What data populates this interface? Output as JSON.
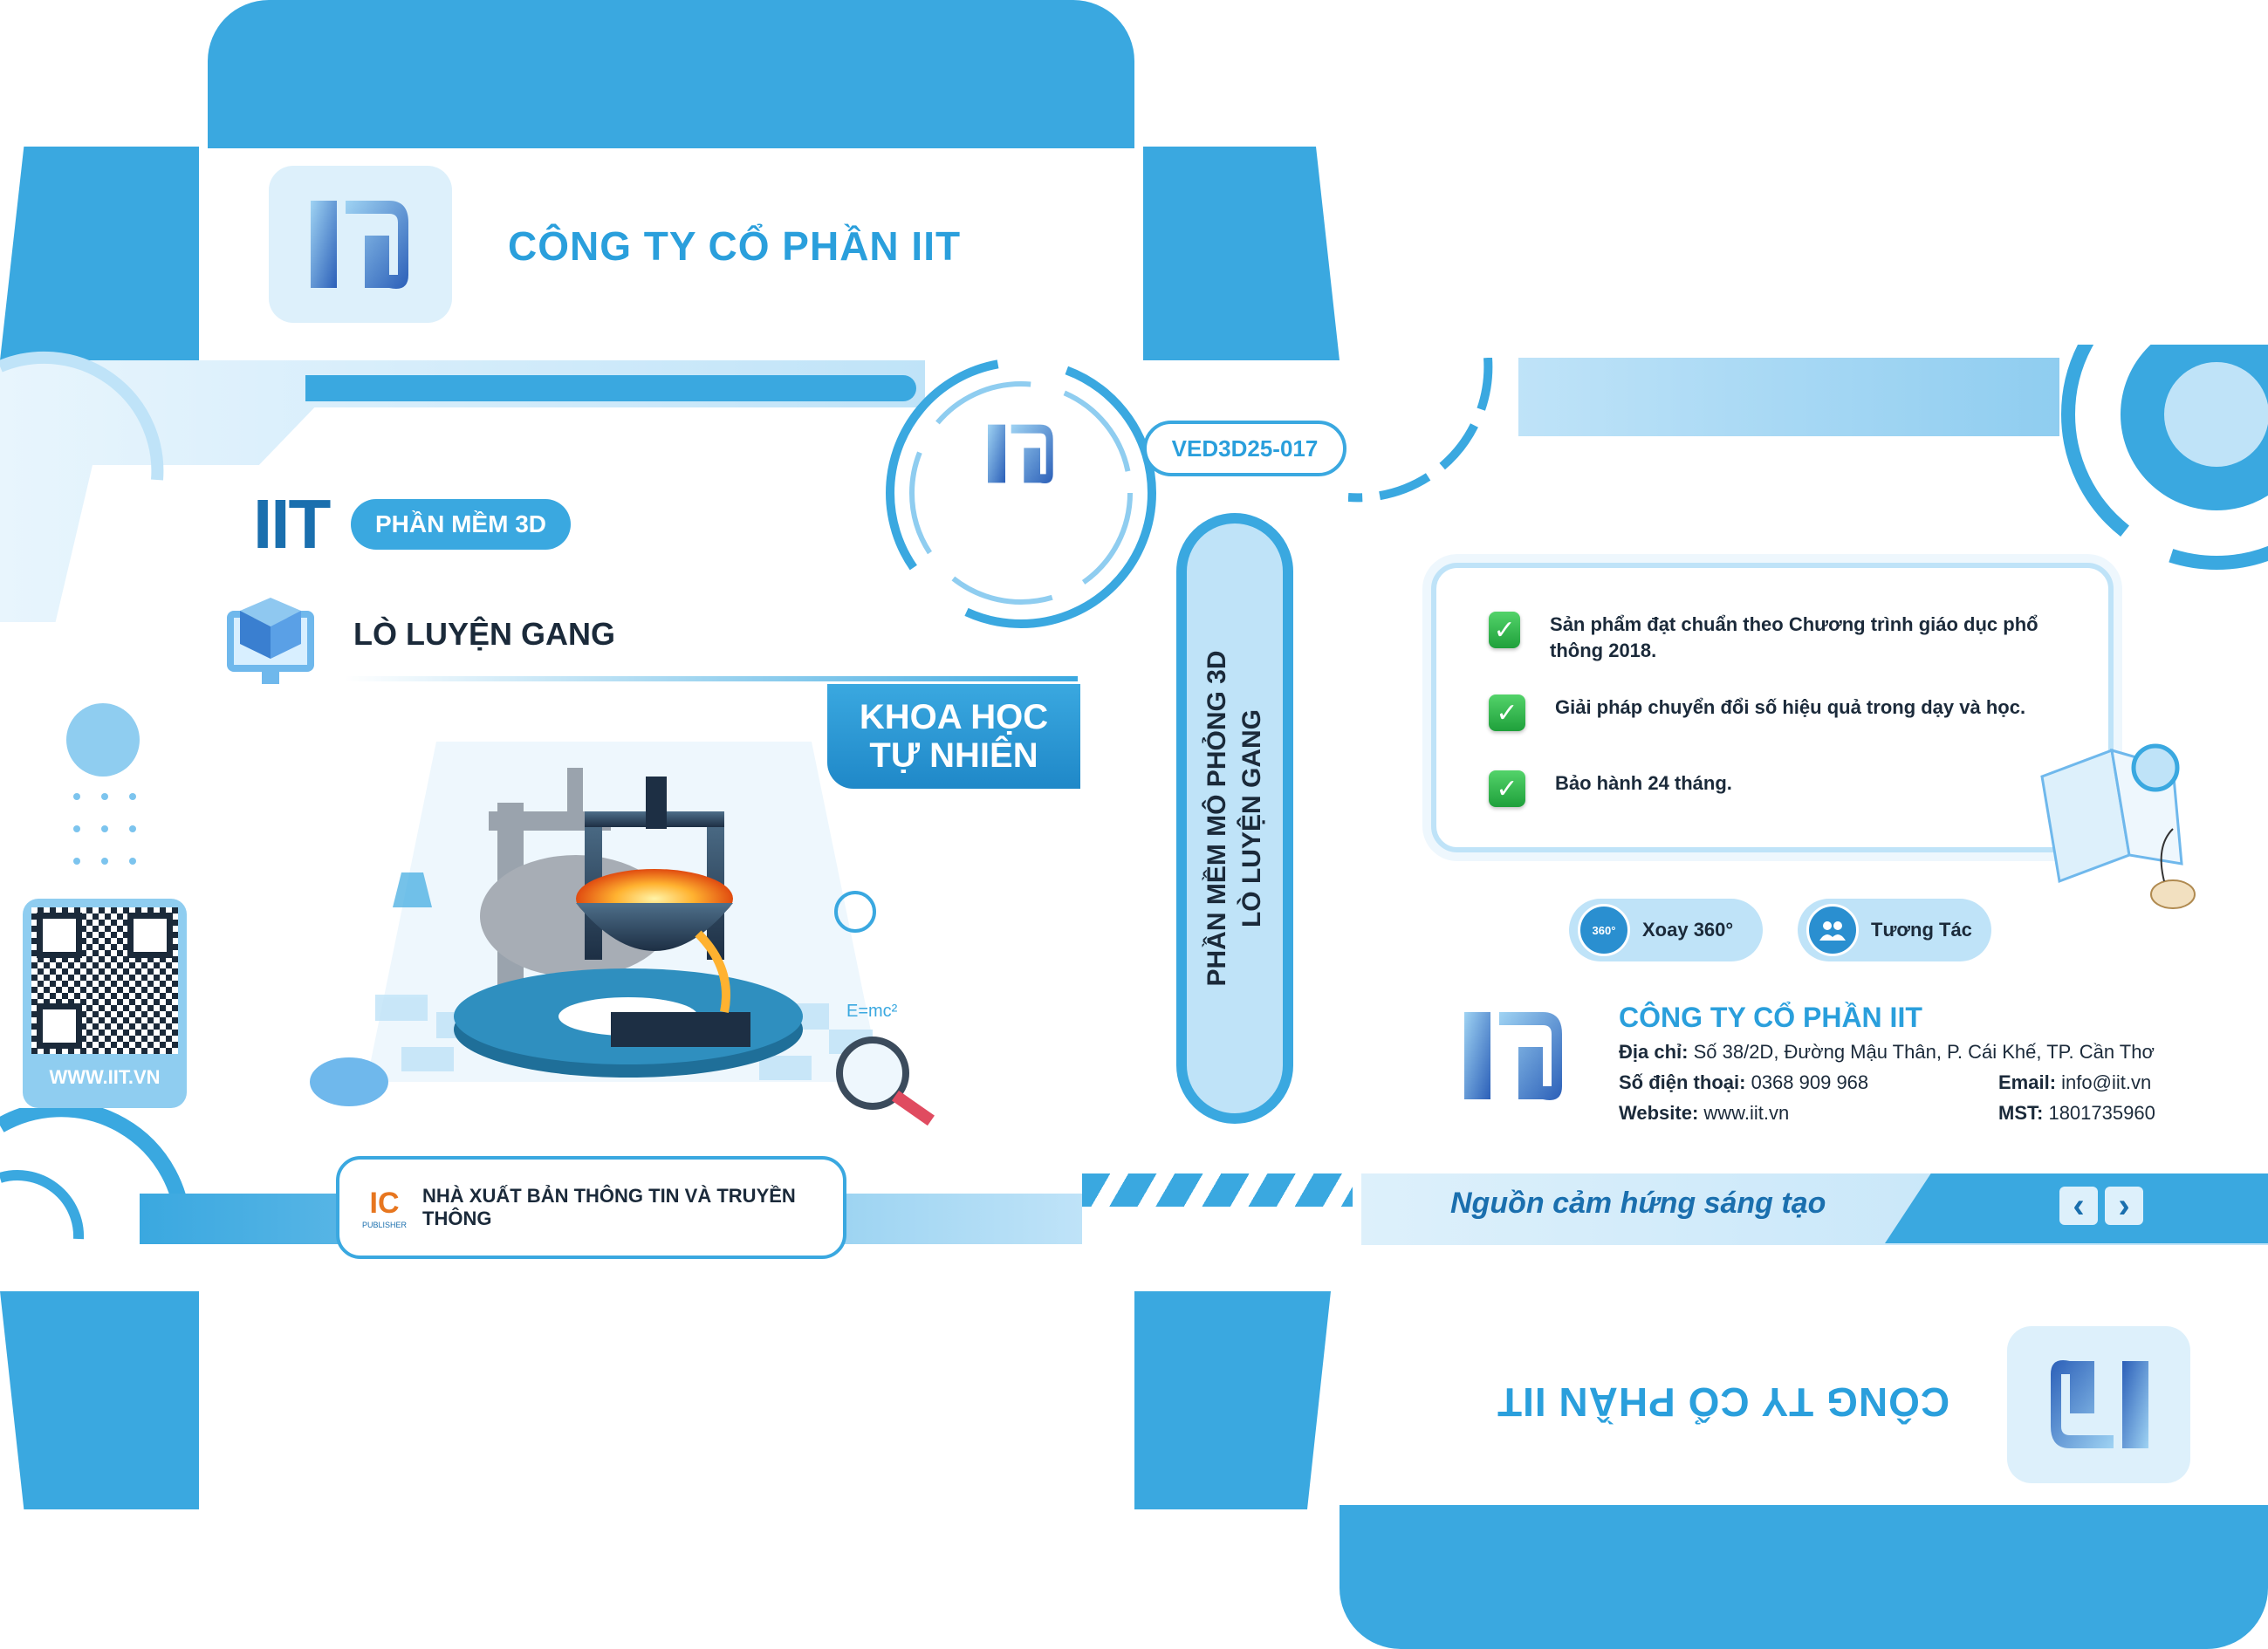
{
  "company": {
    "name": "CÔNG TY CỔ PHẦN IIT",
    "name_back": "CÔNG TY CỔ PHẦN IIT",
    "name_flipped": "CÔNG TY CỔ PHẦN IIT"
  },
  "product": {
    "brand": "IIT",
    "badge": "PHẦN MỀM 3D",
    "title": "LÒ LUYỆN GANG",
    "subject_line1": "KHOA HỌC",
    "subject_line2": "TỰ NHIÊN",
    "code": "VED3D25-017",
    "spine_line1": "PHẦN MỀM MÔ PHỎNG 3D",
    "spine_line2": "LÒ LUYỆN GANG",
    "formula": "E=mc²"
  },
  "qr": {
    "website": "WWW.IIT.VN"
  },
  "publisher": {
    "name": "NHÀ XUẤT BẢN THÔNG TIN VÀ TRUYỀN THÔNG",
    "logo_text": "IC",
    "logo_sub": "PUBLISHER"
  },
  "features": [
    {
      "text": "Sản phẩm đạt chuẩn theo Chương trình giáo dục phổ thông 2018."
    },
    {
      "text": "Giải pháp chuyển đổi số hiệu quả trong dạy và học."
    },
    {
      "text": "Bảo hành 24 tháng."
    }
  ],
  "buttons": {
    "rotate_label": "Xoay 360°",
    "rotate_icon_text": "360°",
    "interact_label": "Tương Tác"
  },
  "contact": {
    "address_label": "Địa chỉ:",
    "address": "Số 38/2D, Đường Mậu Thân, P. Cái Khế, TP. Cần Thơ",
    "phone_label": "Số điện thoại:",
    "phone": "0368 909 968",
    "email_label": "Email:",
    "email": "info@iit.vn",
    "website_label": "Website:",
    "website": "www.iit.vn",
    "tax_label": "MST:",
    "tax": "1801735960"
  },
  "slogan": "Nguồn cảm hứng sáng tạo",
  "nav": {
    "prev": "‹",
    "next": "›"
  },
  "colors": {
    "primary": "#3aa8e0",
    "dark": "#1a6fae",
    "light": "#ddf0fb"
  }
}
